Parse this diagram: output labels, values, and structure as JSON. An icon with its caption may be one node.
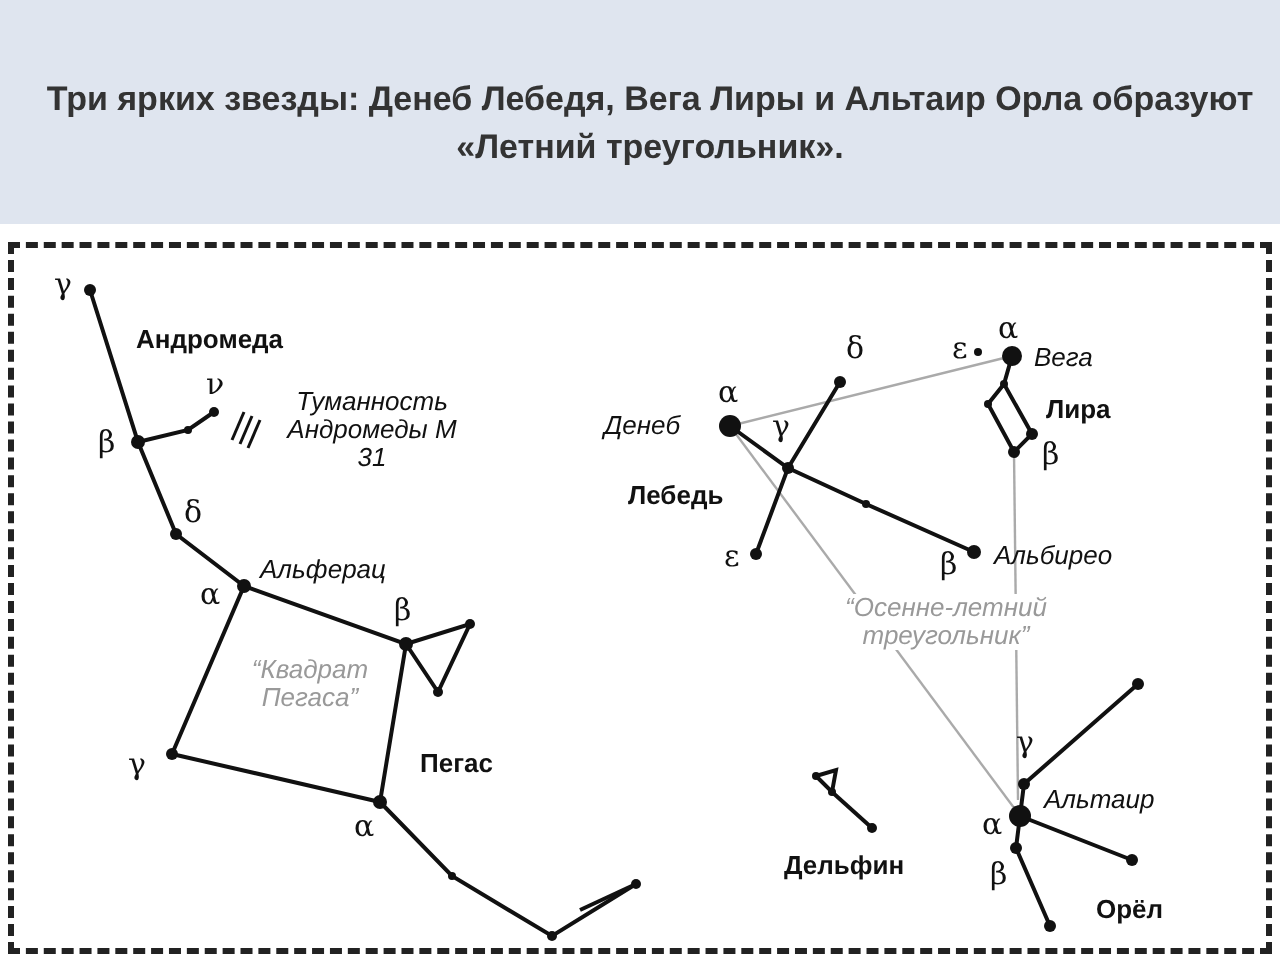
{
  "diagram": {
    "title": "Три ярких звезды: Денеб Лебедя, Вега Лиры и Альтаир Орла образуют «Летний треугольник».",
    "labels": [
      "γ",
      "Андромеда",
      "α",
      "ε",
      "Вега",
      "δ",
      "ν",
      "Туманность Андромеды М 31",
      "α",
      "Денеб",
      "γ",
      "Лира",
      "β",
      "β",
      "Лебедь",
      "δ",
      "ε",
      "β",
      "Альбирео",
      "Альферац",
      "α",
      "β",
      "“Квадрат Пегаса”",
      "“Осенне-летний треугольник”",
      "γ",
      "γ",
      "Пегас",
      "Альтаир",
      "α",
      "α",
      "Дельфин",
      "β",
      "Орёл"
    ]
  }
}
